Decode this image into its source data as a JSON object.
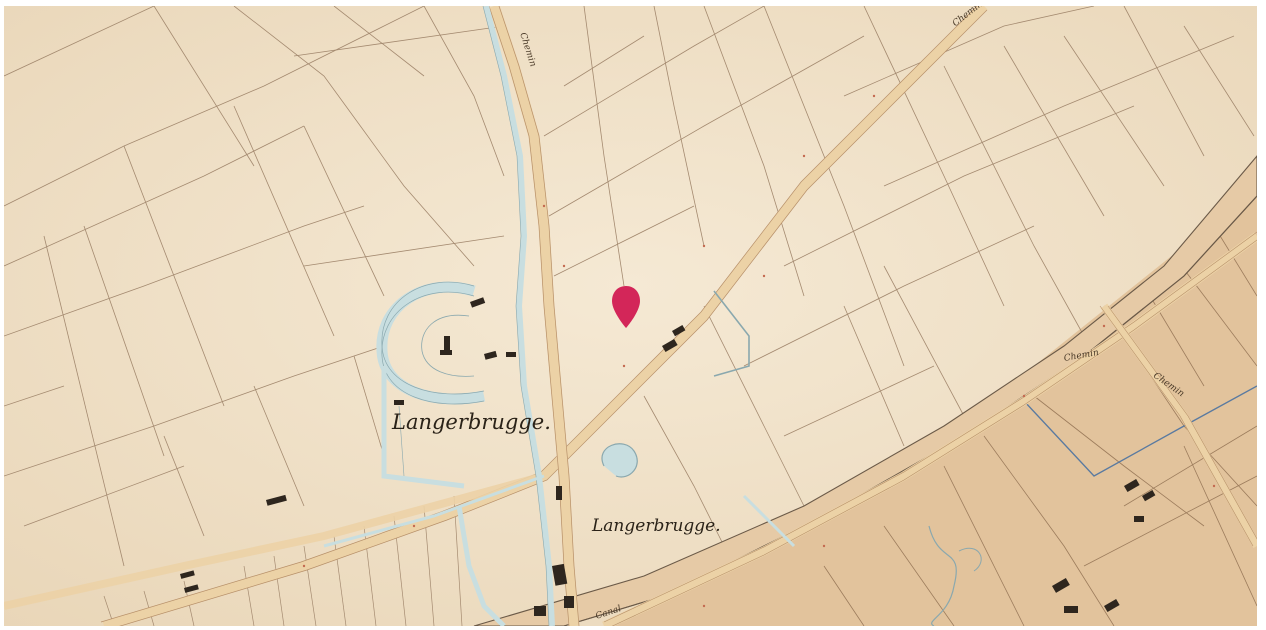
{
  "map": {
    "place_labels": [
      {
        "id": "place-label-langerbrugge-1",
        "text": "Langerbrugge."
      },
      {
        "id": "place-label-langerbrugge-2",
        "text": "Langerbrugge."
      }
    ],
    "road_labels": [
      "Chemin",
      "Chemin",
      "Chemin",
      "Chemin",
      "Canal"
    ],
    "marker": {
      "icon": "map-pin-icon",
      "color": "#d32659"
    },
    "colors": {
      "paper": "#f1e3cc",
      "land_lower": "#e4c8a4",
      "road": "#ecd2a6",
      "road_edge": "#b7906a",
      "water": "#c8dee0",
      "water_edge": "#8aa8ae",
      "parcel_line": "#a48a70",
      "building": "#2e261e"
    }
  }
}
